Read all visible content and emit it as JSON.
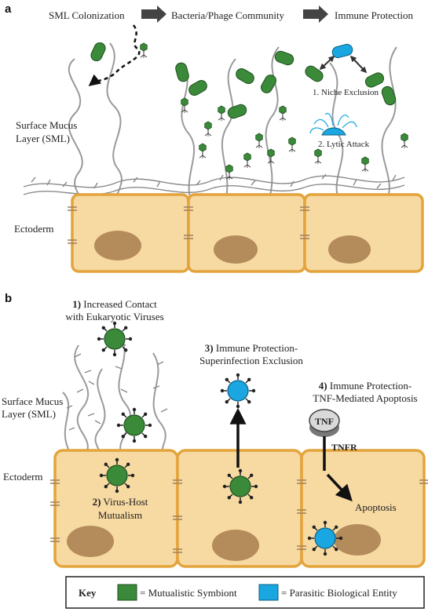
{
  "panel_a": {
    "letter": "a",
    "flow": [
      "SML Colonization",
      "Bacteria/Phage Community",
      "Immune Protection"
    ],
    "sml_label_line1": "Surface Mucus",
    "sml_label_line2": "Layer (SML)",
    "ectoderm_label": "Ectoderm",
    "niche_exclusion": "1. Niche Exclusion",
    "lytic_attack": "2. Lytic Attack"
  },
  "panel_b": {
    "letter": "b",
    "step1_num": "1)",
    "step1_line1": "Increased Contact",
    "step1_line2": "with Eukaryotic Viruses",
    "step2_num": "2)",
    "step2_line1": "Virus-Host",
    "step2_line2": "Mutualism",
    "step3_num": "3)",
    "step3_line1": "Immune Protection-",
    "step3_line2": "Superinfection Exclusion",
    "step4_num": "4)",
    "step4_line1": "Immune Protection-",
    "step4_line2": "TNF-Mediated Apoptosis",
    "sml_label_line1": "Surface Mucus",
    "sml_label_line2": "Layer (SML)",
    "ectoderm_label": "Ectoderm",
    "tnf": "TNF",
    "tnfr": "TNFR",
    "apoptosis": "Apoptosis"
  },
  "key": {
    "title": "Key",
    "mutualistic": "= Mutualistic Symbiont",
    "parasitic": "= Parasitic Biological Entity"
  },
  "colors": {
    "mutualistic_green": "#3a8a3a",
    "parasitic_blue": "#1aa6e0",
    "cell_fill": "#f7d9a2",
    "cell_border": "#e3a43c",
    "nucleus": "#b48b5a",
    "mucus": "#9a9a9a"
  }
}
